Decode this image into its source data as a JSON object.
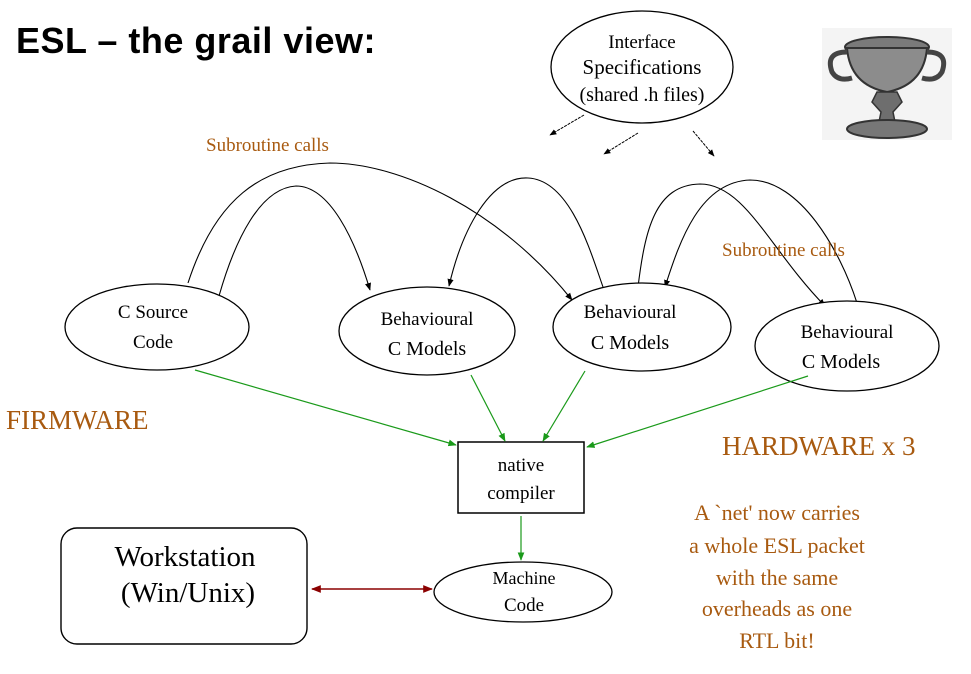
{
  "title": "ESL – the grail view:",
  "colors": {
    "annotation": "#a85a10",
    "compile_edge": "#1a9a1a",
    "link_edge": "#8b0000",
    "call_edge": "#000000"
  },
  "nodes": {
    "interface_spec": {
      "lines": [
        "Interface",
        "Specifications",
        "(shared .h files)"
      ]
    },
    "c_source": {
      "lines": [
        "C Source",
        "Code"
      ]
    },
    "behav_1": {
      "lines": [
        "Behavioural",
        "C Models"
      ]
    },
    "behav_2": {
      "lines": [
        "Behavioural",
        "C Models"
      ]
    },
    "behav_3": {
      "lines": [
        "Behavioural",
        "C Models"
      ]
    },
    "compiler": {
      "lines": [
        "native",
        "compiler"
      ]
    },
    "machine_code": {
      "lines": [
        "Machine",
        "Code"
      ]
    },
    "workstation": {
      "lines": [
        "Workstation",
        "(Win/Unix)"
      ]
    }
  },
  "labels": {
    "subroutine_calls_left": "Subroutine calls",
    "subroutine_calls_right": "Subroutine calls",
    "firmware": "FIRMWARE",
    "hardware": "HARDWARE x 3",
    "note_lines": [
      "A `net' now carries",
      "a  whole ESL packet",
      "with the same",
      "overheads as one",
      "RTL bit!"
    ]
  },
  "icons": {
    "grail": "grail-chalice-icon"
  }
}
